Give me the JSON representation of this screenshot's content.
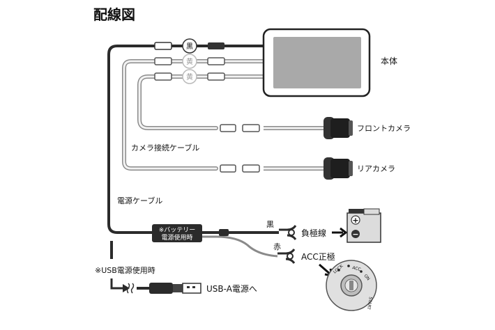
{
  "title": "配線図",
  "labels": {
    "main_unit": "本体",
    "front_camera": "フロントカメラ",
    "rear_camera": "リアカメラ",
    "camera_cable": "カメラ接続ケーブル",
    "power_cable": "電源ケーブル",
    "battery_box_line1": "※バッテリー",
    "battery_box_line2": "電源使用時",
    "wire_black": "黒",
    "wire_red": "赤",
    "negative_terminal": "負極線",
    "acc_positive": "ACC正極",
    "usb_note": "※USB電源使用時",
    "usb_a": "USB-A電源へ"
  },
  "connector_tags": [
    "黒",
    "黄",
    "黄"
  ],
  "battery_symbols": {
    "plus": "+",
    "minus": "−"
  },
  "ignition_positions": [
    "LOCK",
    "ACC",
    "ON",
    "START"
  ],
  "colors": {
    "cable_black": "#2b2b2b",
    "cable_gray": "#9a9a9a",
    "cable_light": "#d8d8d8",
    "screen_fill": "#a9a9a9",
    "battery_fill": "#dcdcdc"
  }
}
